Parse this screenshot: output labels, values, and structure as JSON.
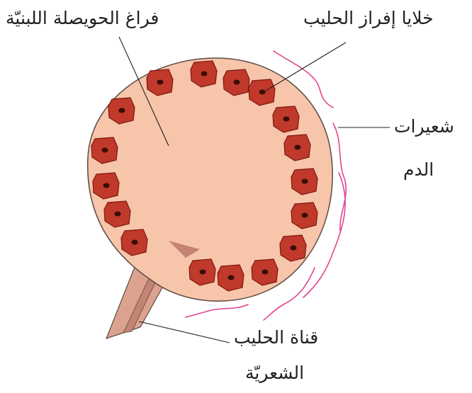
{
  "labels": {
    "lumen": "فراغ الحويصلة اللبنيّة",
    "secretory_cells": "خلايا إفراز الحليب",
    "capillaries_line1": "شعيرات",
    "capillaries_line2": "الدم",
    "duct_line1": "قناة الحليب",
    "duct_line2": "الشعريّة"
  },
  "colors": {
    "alveolus_fill": "#f7c5aa",
    "alveolus_outline": "#5b4a42",
    "cell_fill": "#c0392b",
    "cell_outline": "#7a1a12",
    "nucleus": "#3a0d06",
    "duct_fill": "#dba38f",
    "duct_inner": "#c48373",
    "capillary": "#e0448f",
    "leader_line": "#231f20"
  }
}
